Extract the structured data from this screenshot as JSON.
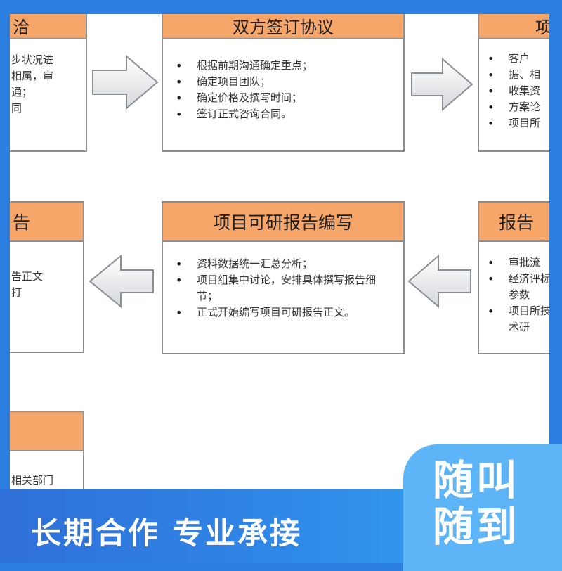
{
  "flow": {
    "box_top_left": {
      "title": "洽",
      "items": [
        "步状况进",
        "相属，审",
        "通；",
        "同"
      ]
    },
    "box_top_mid": {
      "title": "双方签订协议",
      "items": [
        "根据前期沟通确定重点；",
        "确定项目团队；",
        "确定价格及撰写时间；",
        "签订正式咨询合同。"
      ]
    },
    "box_top_right": {
      "title": "项",
      "items": [
        "客户",
        "据、相",
        "收集资",
        "方案论",
        "项目所"
      ]
    },
    "box_mid_left": {
      "title": "告",
      "items": [
        "告正文",
        "打"
      ]
    },
    "box_mid_mid": {
      "title": "项目可研报告编写",
      "items": [
        "资料数据统一汇总分析；",
        "项目组集中讨论，安排具体撰写报告细节；",
        "正式开始编写项目可研报告正文。"
      ]
    },
    "box_mid_right": {
      "title": "报告",
      "items": [
        "审批流",
        "经济评标参数",
        "项目所技术研"
      ]
    },
    "box_bottom_left": {
      "title": "",
      "items": [
        "相关部门"
      ]
    }
  },
  "banner": {
    "slogan": "长期合作  专业承接",
    "badge_line1": "随叫",
    "badge_line2": "随到"
  },
  "colors": {
    "header": "#f7a66a",
    "border": "#8e8e8e",
    "banner": "#2f7fe0",
    "badge": "#5db4f7"
  }
}
